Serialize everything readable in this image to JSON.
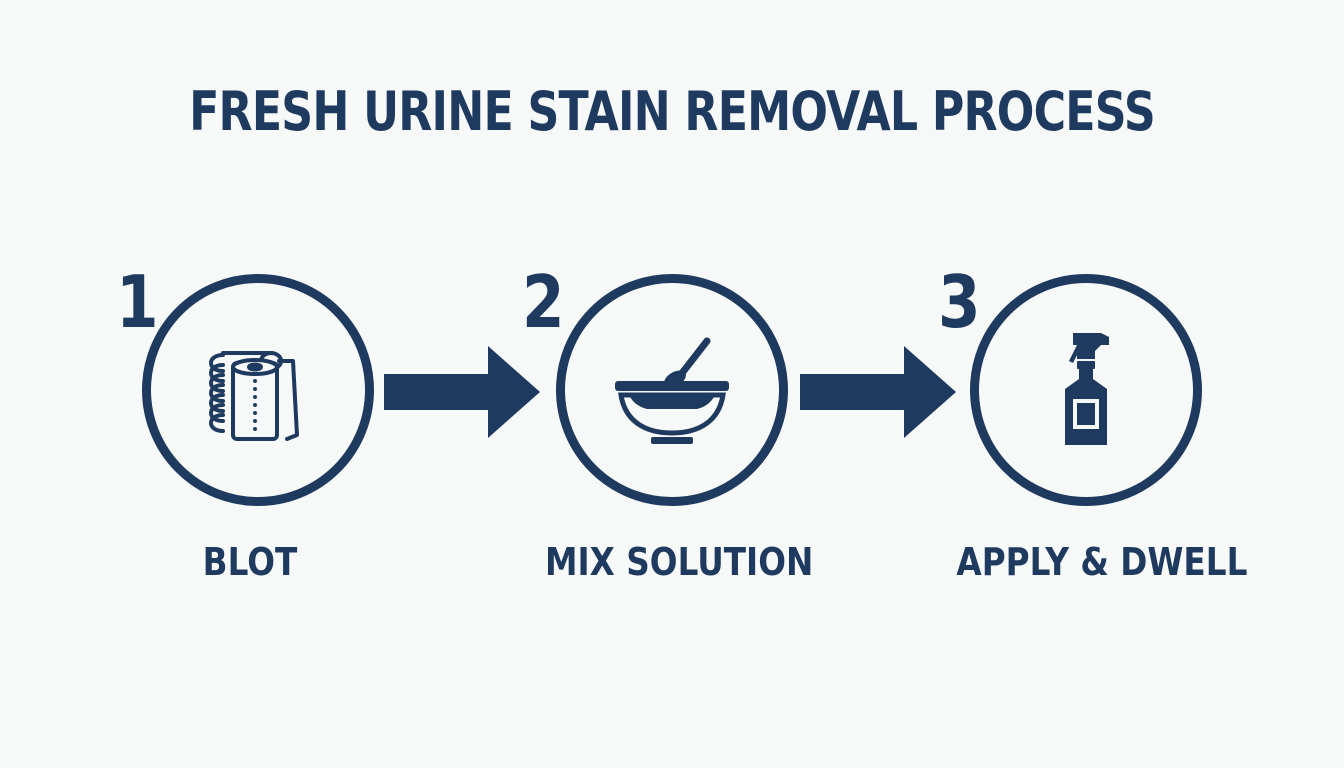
{
  "title": "FRESH URINE STAIN REMOVAL PROCESS",
  "colors": {
    "primary": "#1f3a5f",
    "background": "#f7f8f8"
  },
  "steps": [
    {
      "number": "1",
      "label": "BLOT",
      "icon": "paper-towel-roll-icon"
    },
    {
      "number": "2",
      "label": "MIX SOLUTION",
      "icon": "mixing-bowl-icon"
    },
    {
      "number": "3",
      "label": "APPLY & DWELL",
      "icon": "spray-bottle-icon"
    }
  ]
}
